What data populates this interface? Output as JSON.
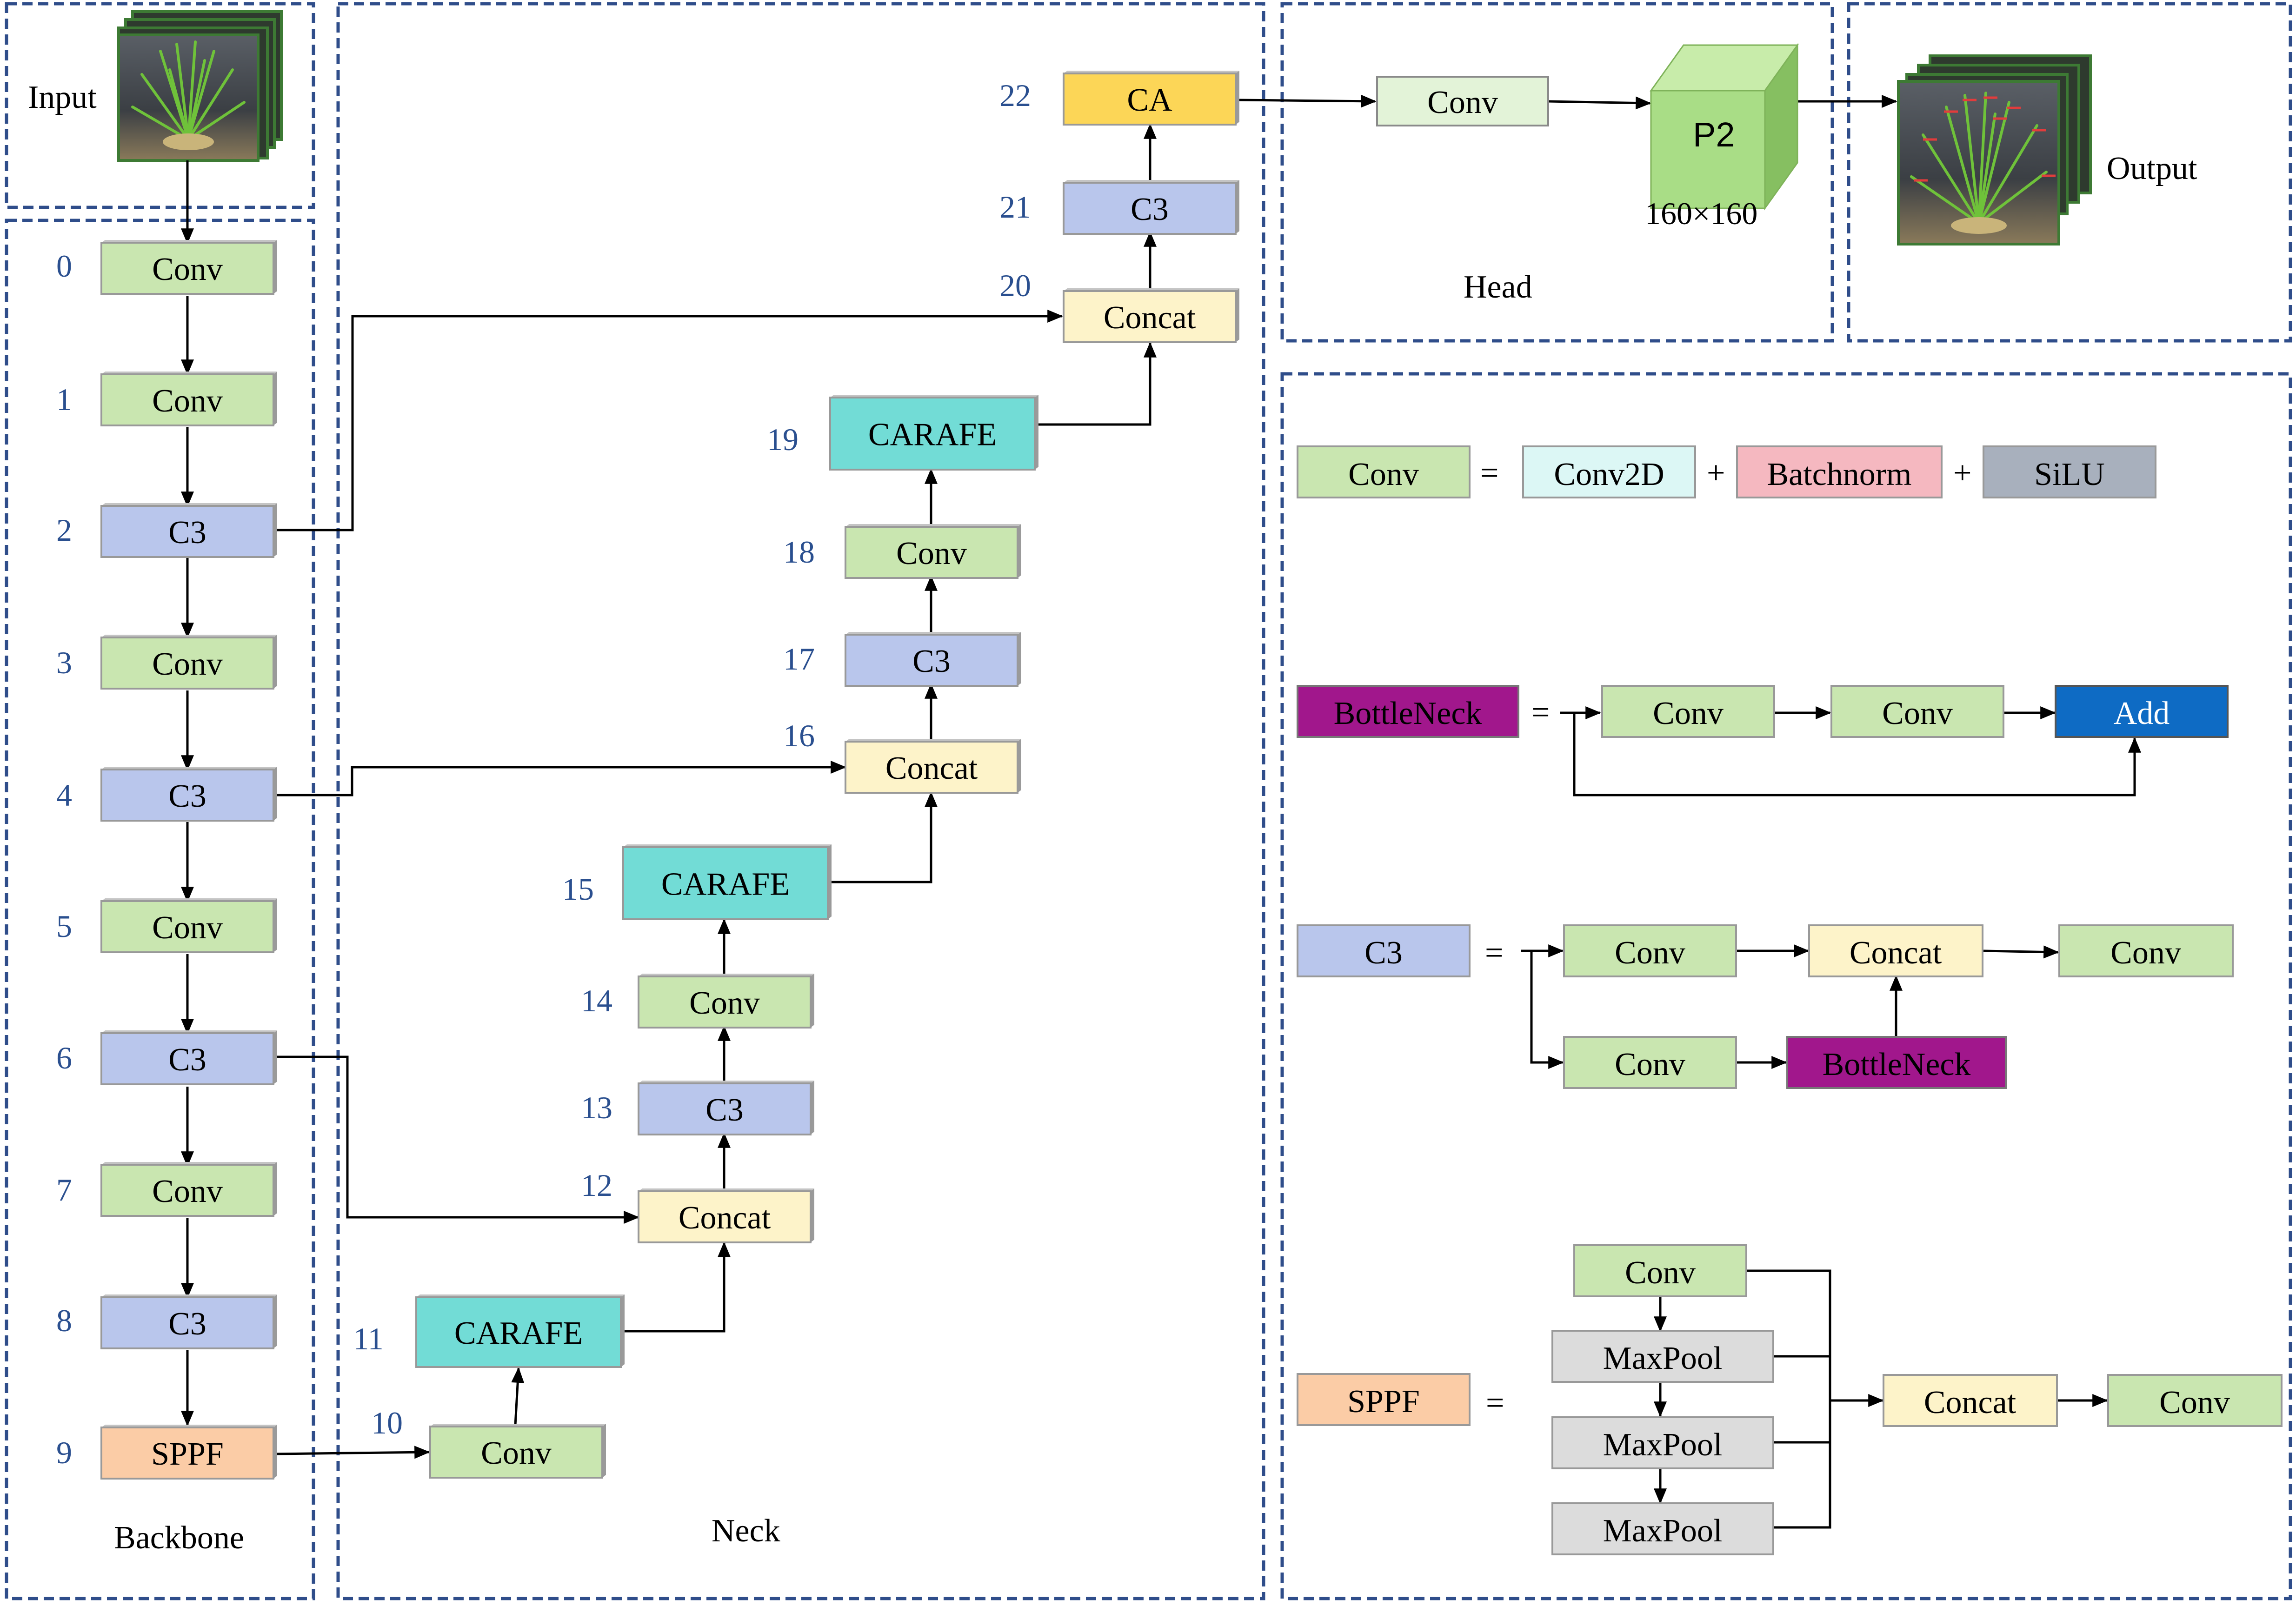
{
  "colors": {
    "conv": "#c9e6b0",
    "c3": "#b9c6ec",
    "concat": "#fdf3c9",
    "carafe": "#72dcd6",
    "sppf": "#fbcca6",
    "ca": "#fcd657",
    "conv2d": "#dcf7f5",
    "batchnorm": "#f5b8c0",
    "silu": "#a8b0bd",
    "bottleneck": "#a1178c",
    "add": "#0e6bc4",
    "maxpool": "#dcdcdc",
    "p2_front": "#a9dd86",
    "p2_top": "#c8ecaa",
    "p2_side": "#86bf61",
    "index_text": "#2a4f8f",
    "dash_border": "#2f4d8a"
  },
  "sections": {
    "input": "Input",
    "output": "Output",
    "backbone": "Backbone",
    "neck": "Neck",
    "head": "Head"
  },
  "backbone": {
    "blocks": [
      {
        "idx": "0",
        "label": "Conv",
        "type": "conv"
      },
      {
        "idx": "1",
        "label": "Conv",
        "type": "conv"
      },
      {
        "idx": "2",
        "label": "C3",
        "type": "c3"
      },
      {
        "idx": "3",
        "label": "Conv",
        "type": "conv"
      },
      {
        "idx": "4",
        "label": "C3",
        "type": "c3"
      },
      {
        "idx": "5",
        "label": "Conv",
        "type": "conv"
      },
      {
        "idx": "6",
        "label": "C3",
        "type": "c3"
      },
      {
        "idx": "7",
        "label": "Conv",
        "type": "conv"
      },
      {
        "idx": "8",
        "label": "C3",
        "type": "c3"
      },
      {
        "idx": "9",
        "label": "SPPF",
        "type": "sppf"
      }
    ]
  },
  "neck": {
    "blocks": [
      {
        "idx": "10",
        "label": "Conv",
        "type": "conv"
      },
      {
        "idx": "11",
        "label": "CARAFE",
        "type": "carafe"
      },
      {
        "idx": "12",
        "label": "Concat",
        "type": "concat"
      },
      {
        "idx": "13",
        "label": "C3",
        "type": "c3"
      },
      {
        "idx": "14",
        "label": "Conv",
        "type": "conv"
      },
      {
        "idx": "15",
        "label": "CARAFE",
        "type": "carafe"
      },
      {
        "idx": "16",
        "label": "Concat",
        "type": "concat"
      },
      {
        "idx": "17",
        "label": "C3",
        "type": "c3"
      },
      {
        "idx": "18",
        "label": "Conv",
        "type": "conv"
      },
      {
        "idx": "19",
        "label": "CARAFE",
        "type": "carafe"
      },
      {
        "idx": "20",
        "label": "Concat",
        "type": "concat"
      },
      {
        "idx": "21",
        "label": "C3",
        "type": "c3"
      },
      {
        "idx": "22",
        "label": "CA",
        "type": "ca"
      }
    ]
  },
  "head": {
    "conv_label": "Conv",
    "p2_label": "P2",
    "p2_size": "160×160"
  },
  "legend": {
    "conv_row": {
      "lhs": "Conv",
      "eq": "=",
      "parts": [
        "Conv2D",
        "Batchnorm",
        "SiLU"
      ],
      "plus": "+"
    },
    "bottleneck_row": {
      "lhs": "BottleNeck",
      "eq": "=",
      "conv1": "Conv",
      "conv2": "Conv",
      "add": "Add"
    },
    "c3_row": {
      "lhs": "C3",
      "eq": "=",
      "conv_top": "Conv",
      "concat": "Concat",
      "conv_out": "Conv",
      "conv_bottom": "Conv",
      "bottleneck": "BottleNeck"
    },
    "sppf_row": {
      "lhs": "SPPF",
      "eq": "=",
      "conv_in": "Conv",
      "maxpools": [
        "MaxPool",
        "MaxPool",
        "MaxPool"
      ],
      "concat": "Concat",
      "conv_out": "Conv"
    }
  }
}
